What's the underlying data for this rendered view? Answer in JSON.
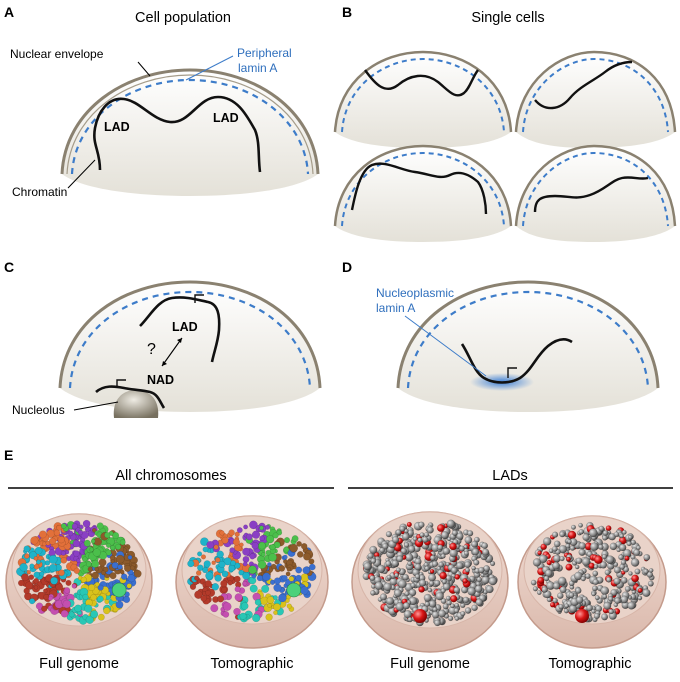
{
  "panels": {
    "a": {
      "letter": "A",
      "title": "Cell population",
      "nuclear_envelope": "Nuclear envelope",
      "peripheral_lamin_1": "Peripheral",
      "peripheral_lamin_2": "lamin A",
      "lad_left": "LAD",
      "lad_right": "LAD",
      "chromatin": "Chromatin"
    },
    "b": {
      "letter": "B",
      "title": "Single cells"
    },
    "c": {
      "letter": "C",
      "lad": "LAD",
      "question": "?",
      "nad": "NAD",
      "nucleolus": "Nucleolus"
    },
    "d": {
      "letter": "D",
      "nucleoplasmic_1": "Nucleoplasmic",
      "nucleoplasmic_2": "lamin A"
    },
    "e": {
      "letter": "E",
      "group_left": "All chromosomes",
      "group_right": "LADs",
      "captions": [
        "Full genome",
        "Tomographic",
        "Full genome",
        "Tomographic"
      ]
    }
  },
  "colors": {
    "envelope": "#8a8170",
    "lamin": "#3d7cc9",
    "nucleus_fill": "#ebe8e0",
    "chromatin": "#111111",
    "lad_bead": "#d11a1a",
    "gray_bead": "#8c8c8c"
  }
}
